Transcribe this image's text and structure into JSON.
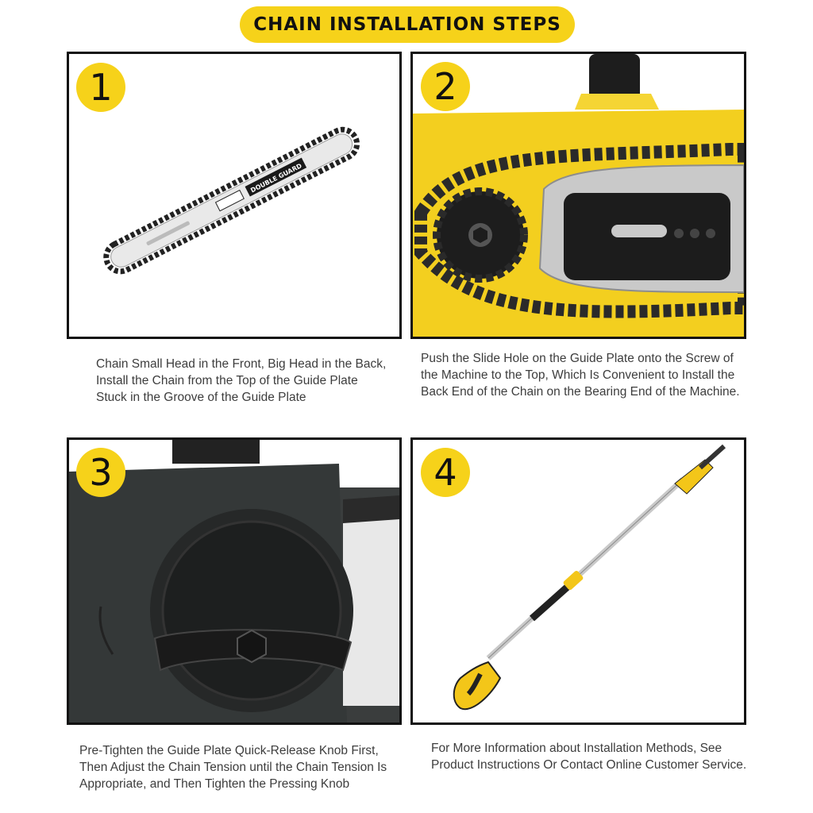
{
  "title": "CHAIN INSTALLATION STEPS",
  "colors": {
    "accent": "#f6d21a",
    "border": "#111111",
    "text": "#3d3d3d"
  },
  "steps": [
    {
      "number": "1",
      "image": "guide-bar-with-chain",
      "bar_text": "DOUBLE GUARD",
      "caption": "Chain Small Head in the Front, Big Head in the Back, Install the Chain from the Top of the Guide Plate Stuck in the Groove of the Guide Plate"
    },
    {
      "number": "2",
      "image": "chainsaw-body-sprocket",
      "caption": "Push the Slide Hole on the Guide Plate onto the Screw of the Machine to the Top, Which Is Convenient to Install the Back End of the Chain on the Bearing End of the Machine."
    },
    {
      "number": "3",
      "image": "tension-knob-closeup",
      "caption": "Pre-Tighten the Guide Plate Quick-Release Knob First, Then Adjust the Chain Tension until the Chain Tension Is Appropriate, and Then Tighten the Pressing Knob"
    },
    {
      "number": "4",
      "image": "pole-saw-assembled",
      "caption": "For More Information about Installation Methods, See Product Instructions Or Contact Online Customer Service."
    }
  ]
}
